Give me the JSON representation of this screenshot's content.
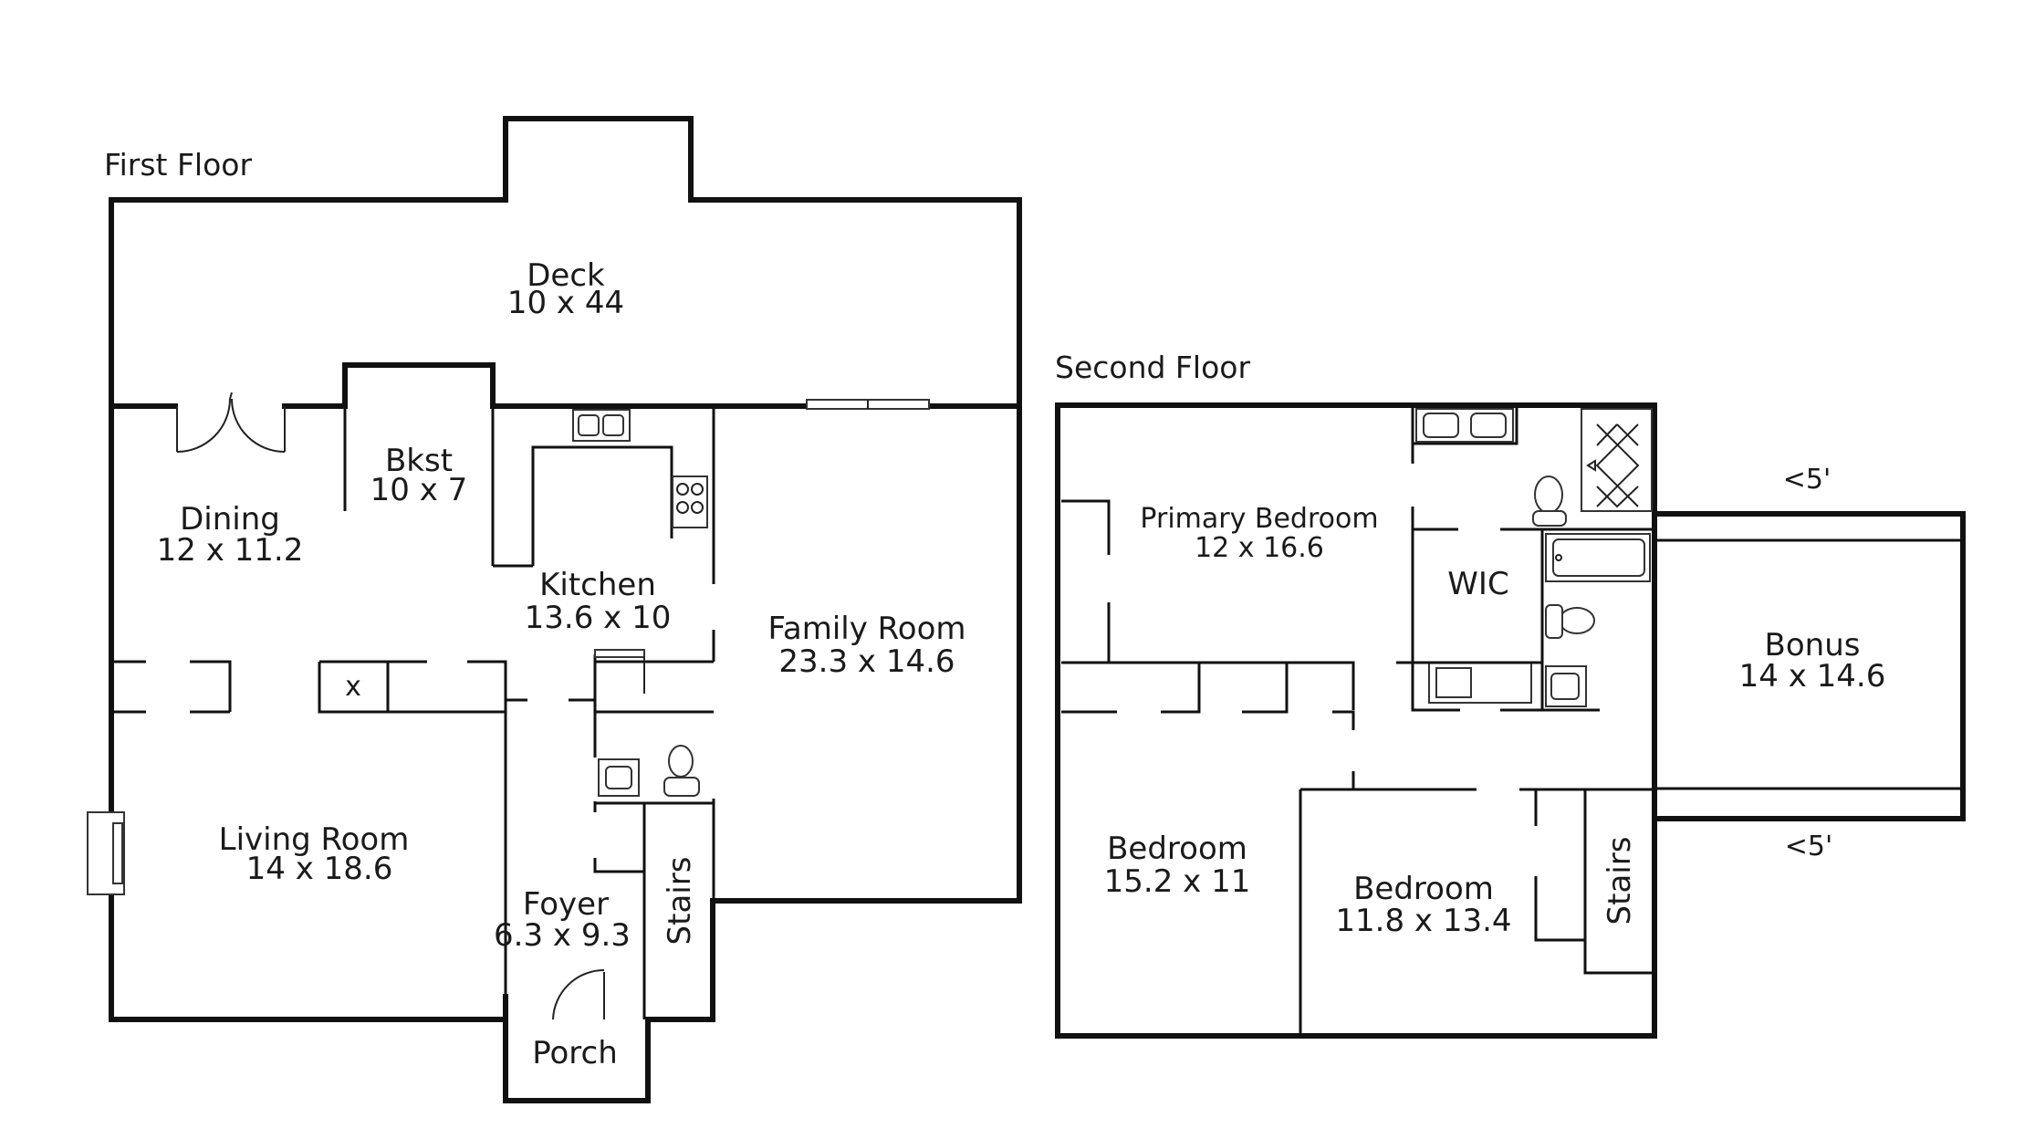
{
  "floors": {
    "first": {
      "title": "First Floor",
      "rooms": {
        "deck": {
          "name": "Deck",
          "dim": "10 x 44"
        },
        "bkst": {
          "name": "Bkst",
          "dim": "10 x 7"
        },
        "dining": {
          "name": "Dining",
          "dim": "12 x 11.2"
        },
        "kitchen": {
          "name": "Kitchen",
          "dim": "13.6 x 10"
        },
        "family": {
          "name": "Family Room",
          "dim": "23.3 x 14.6"
        },
        "living": {
          "name": "Living Room",
          "dim": "14 x 18.6"
        },
        "foyer": {
          "name": "Foyer",
          "dim": "6.3 x 9.3"
        },
        "stairs": {
          "name": "Stairs"
        },
        "porch": {
          "name": "Porch"
        }
      },
      "marker": "x"
    },
    "second": {
      "title": "Second Floor",
      "rooms": {
        "primary": {
          "name": "Primary Bedroom",
          "dim": "12 x 16.6"
        },
        "wic": {
          "name": "WIC"
        },
        "bonus": {
          "name": "Bonus",
          "dim": "14 x 14.6"
        },
        "bed1": {
          "name": "Bedroom",
          "dim": "15.2 x 11"
        },
        "bed2": {
          "name": "Bedroom",
          "dim": "11.8 x 13.4"
        },
        "stairs": {
          "name": "Stairs"
        }
      },
      "notes": {
        "top": "<5'",
        "bottom": "<5'"
      }
    }
  }
}
